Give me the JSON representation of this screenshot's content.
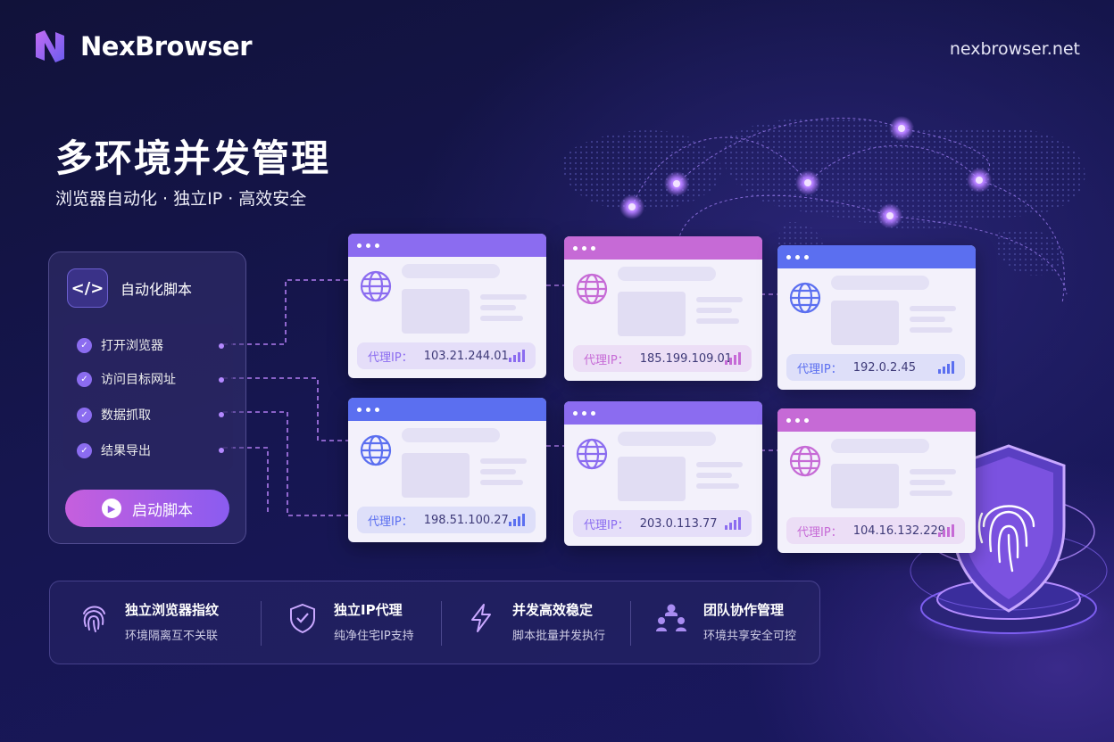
{
  "brand": {
    "name": "NexBrowser",
    "site": "nexbrowser.net"
  },
  "hero": {
    "title": "多环境并发管理",
    "subtitle": "浏览器自动化 · 独立IP · 高效安全"
  },
  "panel": {
    "header": "自动化脚本",
    "icon": "code-icon",
    "steps": [
      "打开浏览器",
      "访问目标网址",
      "数据抓取",
      "结果导出"
    ],
    "run_label": "启动脚本"
  },
  "browsers": [
    {
      "proxy_label": "代理IP：",
      "ip": "103.21.244.01",
      "color": "#8b6cf0"
    },
    {
      "proxy_label": "代理IP：",
      "ip": "185.199.109.01",
      "color": "#c66ad6"
    },
    {
      "proxy_label": "代理IP：",
      "ip": "192.0.2.45",
      "color": "#5b6ff0"
    },
    {
      "proxy_label": "代理IP：",
      "ip": "198.51.100.27",
      "color": "#5b6ff0"
    },
    {
      "proxy_label": "代理IP：",
      "ip": "203.0.113.77",
      "color": "#8b6cf0"
    },
    {
      "proxy_label": "代理IP：",
      "ip": "104.16.132.229",
      "color": "#c66ad6"
    }
  ],
  "features": [
    {
      "title": "独立浏览器指纹",
      "desc": "环境隔离互不关联",
      "icon": "fingerprint-icon"
    },
    {
      "title": "独立IP代理",
      "desc": "纯净住宅IP支持",
      "icon": "shield-check-icon"
    },
    {
      "title": "并发高效稳定",
      "desc": "脚本批量并发执行",
      "icon": "lightning-icon"
    },
    {
      "title": "团队协作管理",
      "desc": "环境共享安全可控",
      "icon": "team-icon"
    }
  ]
}
